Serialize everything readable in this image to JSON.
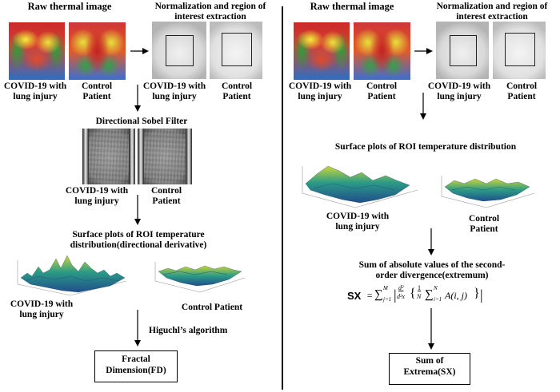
{
  "left": {
    "raw_title": "Raw thermal image",
    "norm_title_line1": "Normalization and region of",
    "norm_title_line2": "interest extraction",
    "covid_line1": "COVID-19 with",
    "covid_line2": "lung injury",
    "control_line1": "Control",
    "control_line2": "Patient",
    "sobel_title": "Directional Sobel Filter",
    "surface_title_line1": "Surface plots of ROI temperature",
    "surface_title_line2": "distribution(directional derivative)",
    "control_patient": "Control Patient",
    "algorithm": "Higuchl’s algorithm",
    "result_line1": "Fractal",
    "result_line2": "Dimension(FD)"
  },
  "right": {
    "raw_title": "Raw thermal image",
    "norm_title_line1": "Normalization and region of",
    "norm_title_line2": "interest extraction",
    "covid_line1": "COVID-19 with",
    "covid_line2": "lung injury",
    "control_line1": "Control",
    "control_line2": "Patient",
    "surface_title": "Surface plots of ROI temperature distribution",
    "sum_title_line1": "Sum of absolute values of the second-",
    "sum_title_line2": "order divergence(extremum)",
    "formula_lhs": "SX",
    "result_line1": "Sum of",
    "result_line2": "Extrema(SX)"
  },
  "colors": {
    "surface_low": "#1f4e8c",
    "surface_mid": "#2c9b86",
    "surface_high": "#c9d43a",
    "arrow": "#000000"
  }
}
